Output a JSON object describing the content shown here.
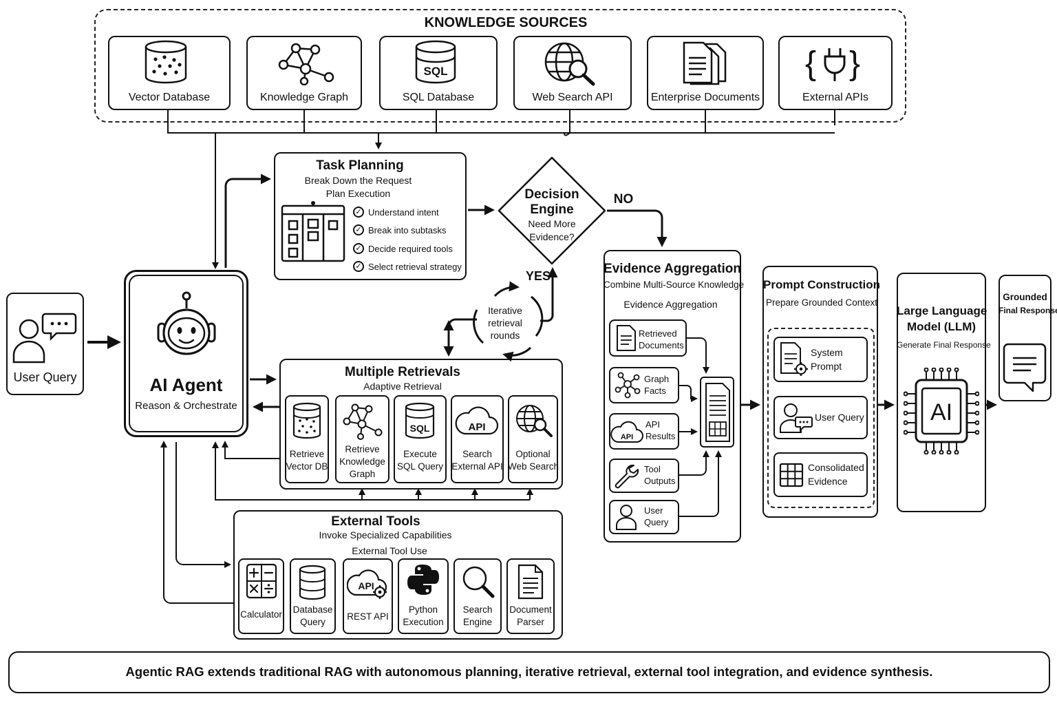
{
  "knowledge_sources": {
    "title": "KNOWLEDGE SOURCES",
    "items": [
      "Vector Database",
      "Knowledge Graph",
      "SQL Database",
      "Web Search API",
      "Enterprise Documents",
      "External APIs"
    ]
  },
  "user_query": {
    "label": "User Query"
  },
  "agent": {
    "title": "AI Agent",
    "subtitle": "Reason & Orchestrate"
  },
  "task_planning": {
    "title": "Task Planning",
    "line1": "Break Down the Request",
    "line2": "Plan Execution",
    "checks": [
      "Understand intent",
      "Break into subtasks",
      "Decide required tools",
      "Select retrieval strategy"
    ]
  },
  "decision": {
    "title1": "Decision",
    "title2": "Engine",
    "q1": "Need More",
    "q2": "Evidence?",
    "no": "NO",
    "yes": "YES"
  },
  "iterative": {
    "l1": "Iterative",
    "l2": "retrieval",
    "l3": "rounds"
  },
  "retrievals": {
    "title": "Multiple Retrievals",
    "subtitle": "Adaptive Retrieval",
    "items": [
      {
        "l1": "Retrieve",
        "l2": "Vector DB",
        "l3": ""
      },
      {
        "l1": "Retrieve",
        "l2": "Knowledge",
        "l3": "Graph"
      },
      {
        "l1": "Execute",
        "l2": "SQL Query",
        "l3": ""
      },
      {
        "l1": "Search",
        "l2": "External API",
        "l3": ""
      },
      {
        "l1": "Optional",
        "l2": "Web Search",
        "l3": ""
      }
    ],
    "sql": "SQL",
    "api": "API"
  },
  "tools": {
    "title": "External Tools",
    "subtitle": "Invoke Specialized Capabilities",
    "sub2": "External Tool Use",
    "items": [
      {
        "l1": "Calculator",
        "l2": ""
      },
      {
        "l1": "Database",
        "l2": "Query"
      },
      {
        "l1": "REST API",
        "l2": ""
      },
      {
        "l1": "Python",
        "l2": "Execution"
      },
      {
        "l1": "Search",
        "l2": "Engine"
      },
      {
        "l1": "Document",
        "l2": "Parser"
      }
    ],
    "api": "API"
  },
  "evidence": {
    "title": "Evidence Aggregation",
    "subtitle": "Combine Multi-Source Knowledge",
    "sub2": "Evidence Aggregation",
    "items": [
      {
        "l1": "Retrieved",
        "l2": "Documents"
      },
      {
        "l1": "Graph",
        "l2": "Facts"
      },
      {
        "l1": "API",
        "l2": "Results"
      },
      {
        "l1": "Tool",
        "l2": "Outputs"
      },
      {
        "l1": "User",
        "l2": "Query"
      }
    ],
    "api": "API"
  },
  "prompt": {
    "title": "Prompt Construction",
    "subtitle": "Prepare Grounded Context",
    "items": [
      {
        "l1": "System",
        "l2": "Prompt"
      },
      {
        "l1": "User Query",
        "l2": ""
      },
      {
        "l1": "Consolidated",
        "l2": "Evidence"
      }
    ]
  },
  "llm": {
    "l1": "Large Language",
    "l2": "Model (LLM)",
    "subtitle": "Generate Final Response",
    "chip": "AI"
  },
  "final": {
    "l1": "Grounded",
    "l2": "Final Response"
  },
  "footer": {
    "text": "Agentic RAG extends traditional RAG with autonomous planning, iterative retrieval, external tool integration, and evidence synthesis."
  },
  "colors": {
    "ink": "#111111",
    "background": "#ffffff"
  }
}
